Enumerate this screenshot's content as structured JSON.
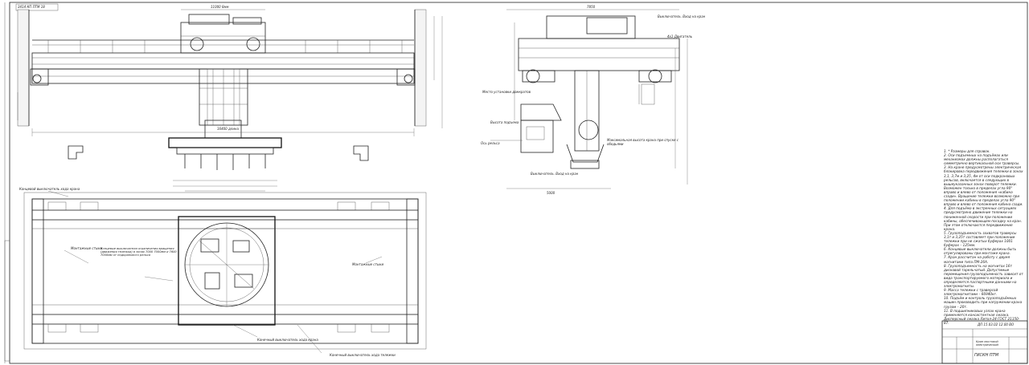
{
  "sheet": {
    "stamp_top_left": "3414 КП ПТМ 18 ",
    "drawing_code": "ДП 15.03.02 12.00 ВО",
    "title": "Кран мостовой электрический",
    "institution": "ГИСКН ПТМ"
  },
  "leaders": {
    "travel_limit_left": "Концевой выключатель хода крана",
    "limit_cart_note": "Концевые выключатели ограничения вращения (движения тележки) в зонах 7000 7000мм и 7600 7000мм от подкранового рельса",
    "mount_left": "Монтажные стыки",
    "mount_right": "Монтажные стыки",
    "bottom_limit_crane": "Конечный выключатель хода крана",
    "bottom_limit_cart": "Конечный выключатель хода тележки",
    "side_limit_top": "Выключатель. Вход на кран",
    "side_limit_lower": "Выключатель. Вход на кран",
    "install_place": "Место установки домкратов",
    "max_lift": "Максимальная высота крана при спуске с ободьями",
    "dim_span": "Ось рельса",
    "dim_left": "Высота подъема",
    "label_top_right": "4x1 Двигатель"
  },
  "notes": [
    "1. * Размеры для справок.",
    "2. Оси подъемных на подъёмах или механизмах должны располагаться симметрично вертикальной оси траверсы.",
    "3. На кране предусмотрены электрическая блокировка передвижения тележки в зонах 3,1, 3,7м и 3,25, 4м от оси подкрановых рельсов, включается в следующих в вышеуказанных зонах поворот тележки. Возможен только в пределах угла 90° вправо и влево от положения «кабина сзади». Вращение тележки возможно при положении кабины в пределах угла 90° вправо и влево от положения кабина сзади.",
    "4. Для подъёма в экстренных ситуациях предусмотрено движение тележки на пониженной скорости при положении кабины, обеспечивающем посадку на кран. При этом отключаются передвижение крана.",
    "5. Грузоподъемность захватов траверсы 3,1т и 3,25т составляет при положении тележки при не сжатых буферах 1001 буферах – 125мм.",
    "6. Концевые выключатели должны быть отрегулированы при монтаже крана.",
    "7. Кран рассчитан на работу с двумя магнитами типа ПМ-26А.",
    "8. Грузоподъемность на магнитах 16т дисковой тарельчатый. Допустимые перемещения грузоподъемность зависит от вида транспортируемого материала и определяется паспортными данными на электромагниты.",
    "9. Масса тележки с траверсой электромагнитами – 66940кг.",
    "10. Подъём и контроль грузоподъёмных машин производить при нагружении крана грузом – 20т.",
    "11. В подшипниковых узлах крана применяется консистентная смазка. Дисперсный смазка Литол-24 ГОСТ 21150-87."
  ],
  "dims": {
    "top_main": "11000 8мм",
    "span_bottom": "16400 длина",
    "side_top": "7850",
    "side_bottom": "5000"
  }
}
